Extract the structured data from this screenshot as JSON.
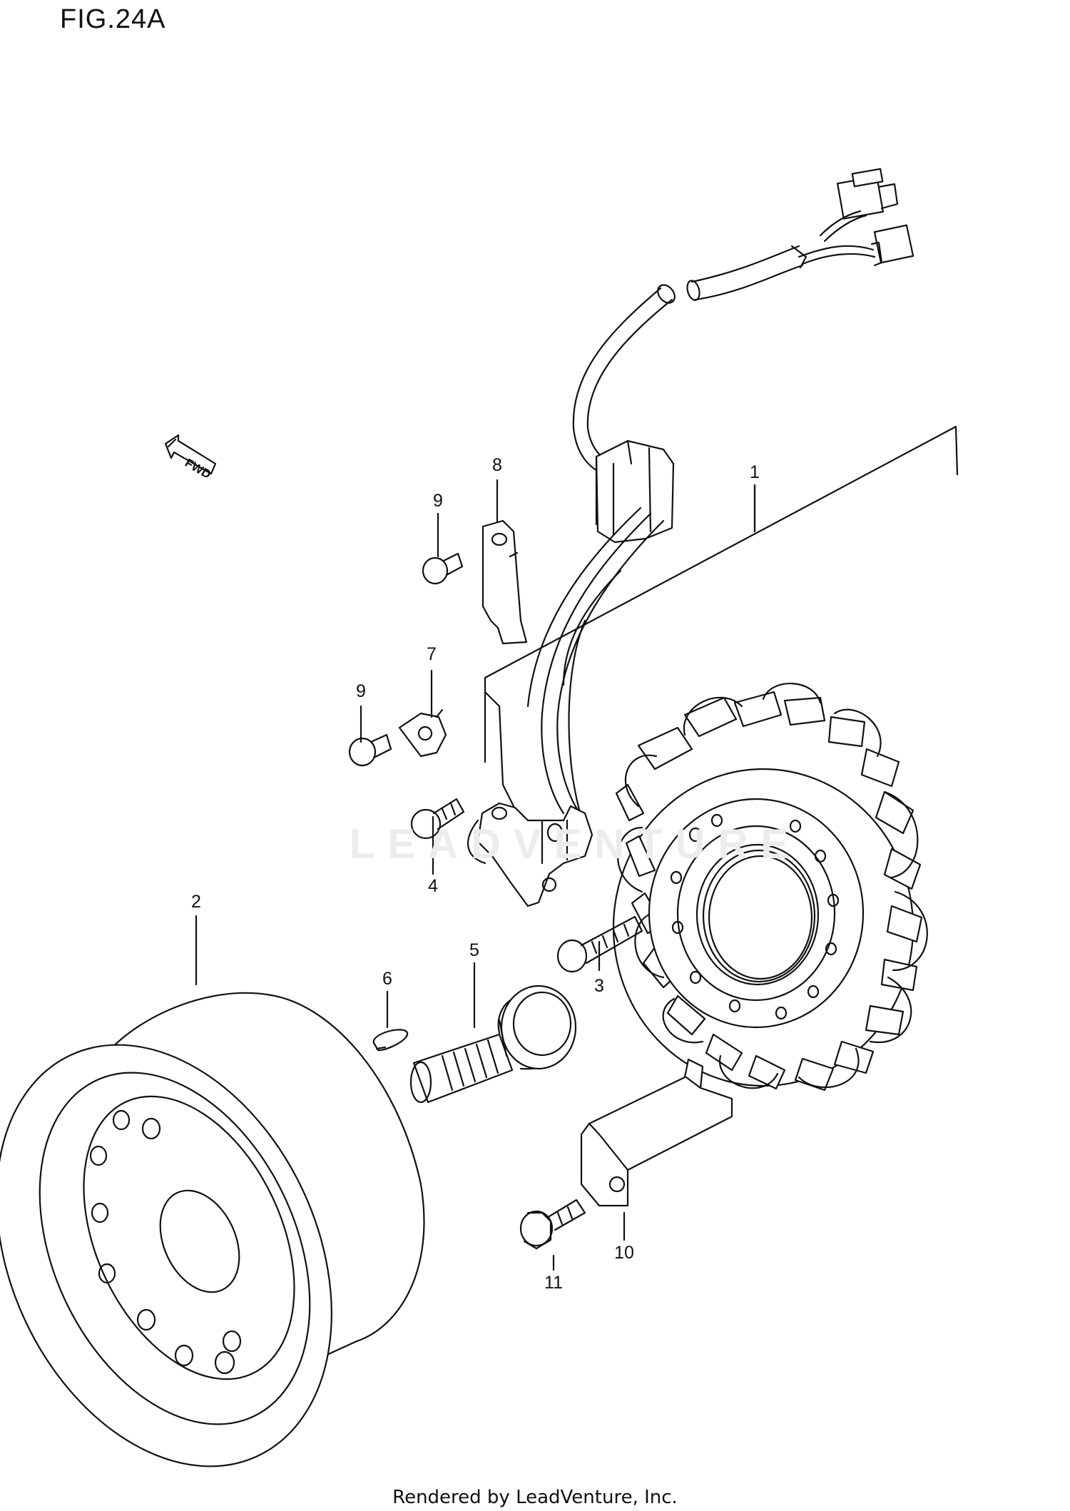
{
  "figure": {
    "title": "FIG.24A",
    "watermark": "LEADVENTURE",
    "fwd_label": "FWD",
    "footer": "Rendered by LeadVenture, Inc."
  },
  "callouts": [
    {
      "id": "1",
      "part": "stator"
    },
    {
      "id": "2",
      "part": "rotor"
    },
    {
      "id": "3",
      "part": "screw"
    },
    {
      "id": "4",
      "part": "screw"
    },
    {
      "id": "5",
      "part": "bolt"
    },
    {
      "id": "6",
      "part": "key"
    },
    {
      "id": "7",
      "part": "clamp"
    },
    {
      "id": "8",
      "part": "plate"
    },
    {
      "id": "9a",
      "label": "9",
      "part": "screw"
    },
    {
      "id": "9b",
      "label": "9",
      "part": "screw"
    },
    {
      "id": "10",
      "part": "cover"
    },
    {
      "id": "11",
      "part": "bolt"
    }
  ]
}
